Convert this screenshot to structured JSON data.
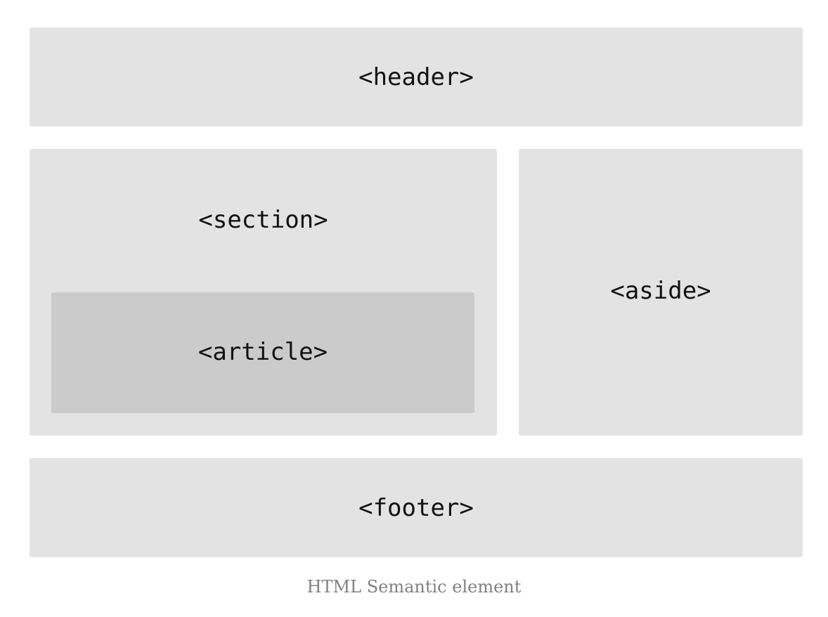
{
  "diagram": {
    "header_label": "<header>",
    "section_label": "<section>",
    "article_label": "<article>",
    "aside_label": "<aside>",
    "footer_label": "<footer>",
    "caption": "HTML Semantic element"
  },
  "colors": {
    "block_background": "#e3e3e3",
    "nested_block_background": "#cbcbcb",
    "label_text": "#111111",
    "caption_text": "#808080"
  }
}
